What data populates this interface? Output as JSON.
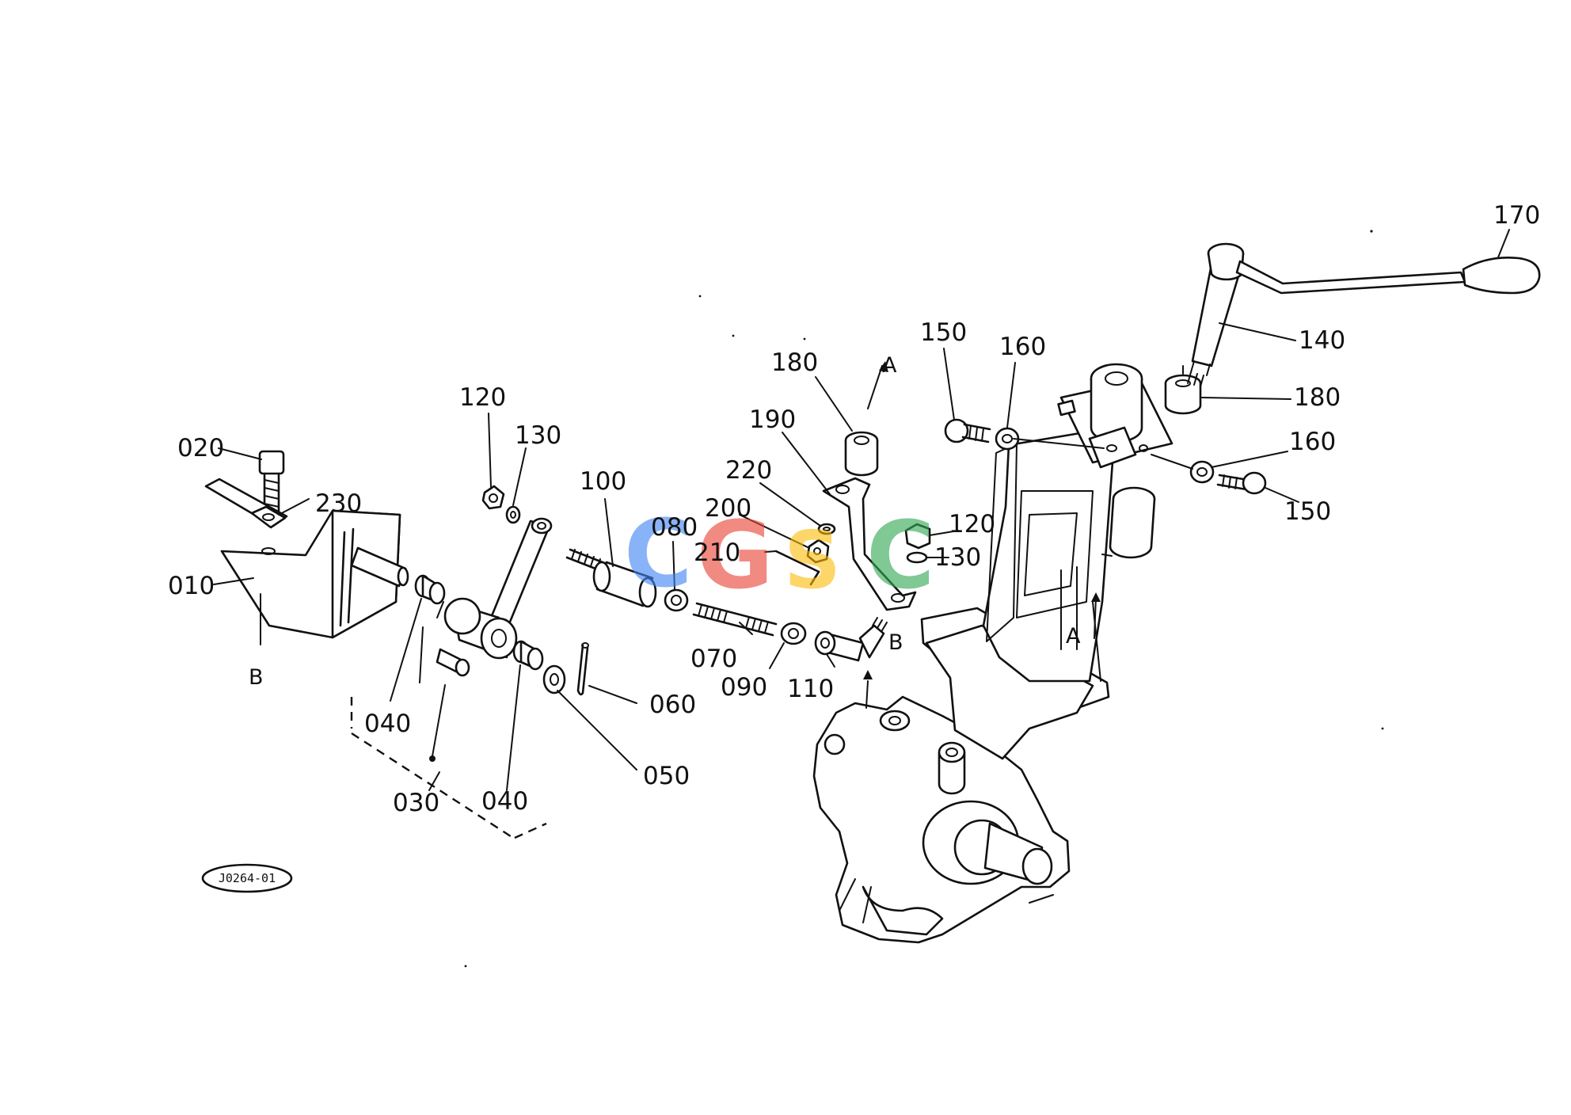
{
  "diagram": {
    "part_labels": [
      "010",
      "020",
      "030",
      "040",
      "040",
      "050",
      "060",
      "070",
      "080",
      "090",
      "100",
      "110",
      "120",
      "130",
      "120",
      "130",
      "140",
      "150",
      "150",
      "160",
      "160",
      "170",
      "180",
      "180",
      "190",
      "200",
      "210",
      "220",
      "230"
    ],
    "ref_labels": [
      "A",
      "A",
      "B",
      "B"
    ],
    "drawing_code": "J0264-01",
    "watermark": {
      "letters": [
        "C",
        "G",
        "S",
        "C"
      ],
      "colors": [
        "#4285F4",
        "#EA4335",
        "#FBBC05",
        "#34A853"
      ]
    }
  }
}
